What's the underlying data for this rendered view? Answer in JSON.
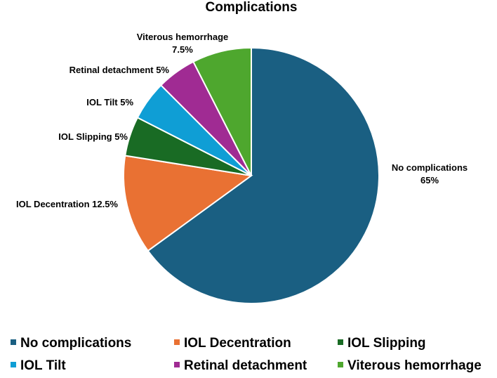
{
  "chart_data": {
    "type": "pie",
    "title": "Complications",
    "legend_position": "bottom",
    "slices": [
      {
        "name": "No complications",
        "value": 65,
        "color": "#1a5f82",
        "label": "No complications",
        "value_label": "65%"
      },
      {
        "name": "IOL Decentration",
        "value": 12.5,
        "color": "#e97133",
        "label": "IOL Decentration 12.5%",
        "value_label": ""
      },
      {
        "name": "IOL Slipping",
        "value": 5,
        "color": "#196b24",
        "label": "IOL Slipping 5%",
        "value_label": ""
      },
      {
        "name": "IOL Tilt",
        "value": 5,
        "color": "#0f9ed5",
        "label": "IOL Tilt 5%",
        "value_label": ""
      },
      {
        "name": "Retinal detachment",
        "value": 5,
        "color": "#a02b93",
        "label": "Retinal detachment 5%",
        "value_label": ""
      },
      {
        "name": "Viterous hemorrhage",
        "value": 7.5,
        "color": "#4ea72e",
        "label": "Viterous hemorrhage",
        "value_label": "7.5%"
      }
    ]
  }
}
